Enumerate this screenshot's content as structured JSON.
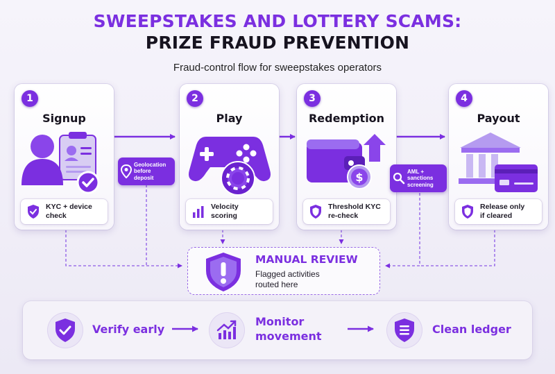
{
  "header": {
    "title_line1": "SWEEPSTAKES AND LOTTERY SCAMS:",
    "title_line2": "PRIZE FRAUD PREVENTION",
    "subtitle": "Fraud-control flow for sweepstakes operators"
  },
  "steps": [
    {
      "number": "1",
      "title": "Signup",
      "footer": "KYC + device\ncheck",
      "illustration": "person-id-card-checkmark-icon",
      "footer_icon": "shield-check-icon"
    },
    {
      "number": "2",
      "title": "Play",
      "footer": "Velocity\nscoring",
      "illustration": "gamepad-chip-icon",
      "footer_icon": "bar-chart-icon"
    },
    {
      "number": "3",
      "title": "Redemption",
      "footer": "Threshold KYC\nre-check",
      "illustration": "wallet-coin-arrow-icon",
      "footer_icon": "shield-icon"
    },
    {
      "number": "4",
      "title": "Payout",
      "footer": "Release only\nif cleared",
      "illustration": "bank-card-icon",
      "footer_icon": "shield-icon"
    }
  ],
  "tags": [
    {
      "text": "Geolocation\nbefore\ndeposit",
      "icon": "location-pin-icon"
    },
    {
      "text": "AML +\nsanctions\nscreening",
      "icon": "magnifier-icon"
    }
  ],
  "manual_review": {
    "title": "MANUAL REVIEW",
    "text": "Flagged activities\nrouted here",
    "icon": "shield-exclamation-icon"
  },
  "principles": [
    {
      "label": "Verify early",
      "icon": "shield-check-icon"
    },
    {
      "label": "Monitor\nmovement",
      "icon": "trend-chart-icon"
    },
    {
      "label": "Clean ledger",
      "icon": "shield-list-icon"
    }
  ],
  "colors": {
    "accent": "#7b2fe0",
    "accent_dark": "#5b1fb8",
    "text": "#17131f",
    "background": "#f3f1f8"
  }
}
